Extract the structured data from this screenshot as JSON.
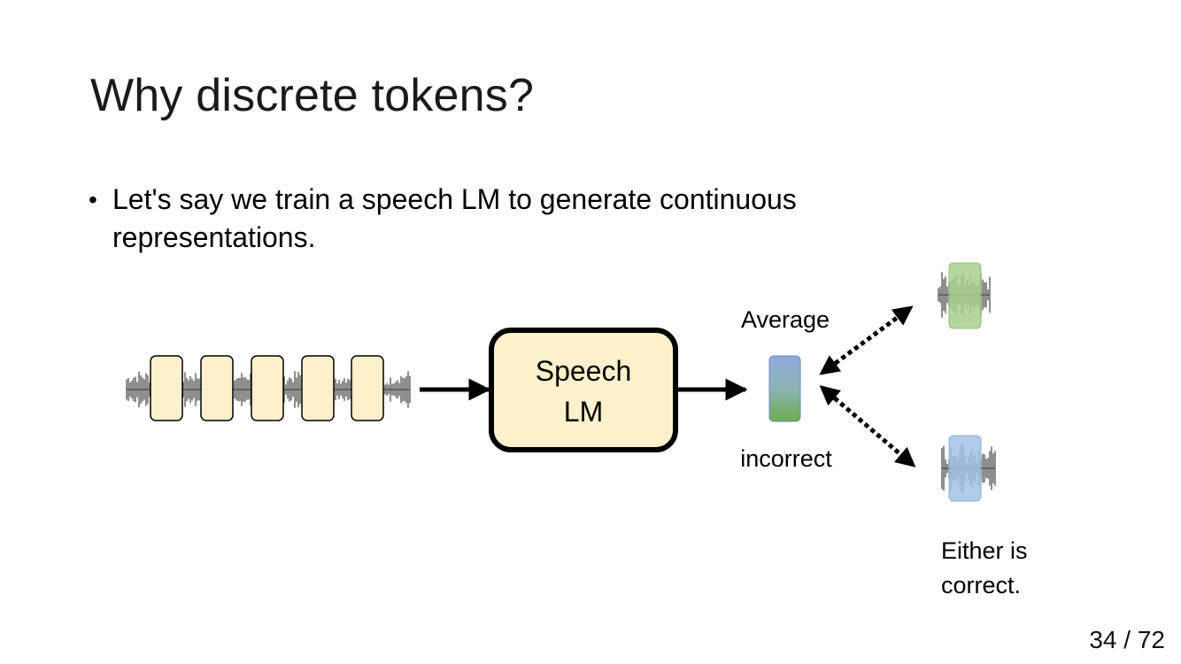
{
  "slide": {
    "title": "Why discrete tokens?",
    "bullet": "Let's say we train a speech LM to generate continuous representations."
  },
  "diagram": {
    "model_label_line1": "Speech",
    "model_label_line2": "LM",
    "average_label": "Average",
    "incorrect_label": "incorrect",
    "either_line1": "Either is",
    "either_line2": "correct.",
    "input_token_count": 5
  },
  "colors": {
    "token_fill": "#fdf0cc",
    "model_fill": "#fdf0cc",
    "green_token": "#a9d18e",
    "blue_token": "#a4c2e8",
    "avg_top": "#8fa9df",
    "avg_bottom": "#6aad4a"
  },
  "footer": {
    "page": "34 / 72"
  }
}
